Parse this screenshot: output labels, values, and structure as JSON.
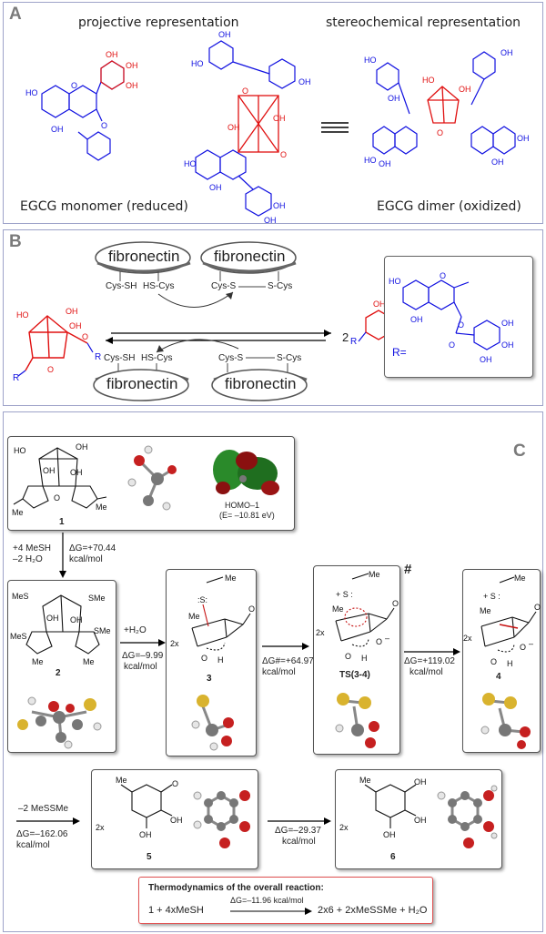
{
  "colors": {
    "blue": "#1010e0",
    "red": "#e01010",
    "panel_border": "#9ea3c9",
    "label_gray": "#7a7a7a",
    "summary_border": "#e05050"
  },
  "panelA": {
    "label": "A",
    "projective": "projective representation",
    "stereochemical": "stereochemical  representation",
    "monomer": "EGCG monomer (reduced)",
    "dimer": "EGCG dimer (oxidized)"
  },
  "panelB": {
    "label": "B",
    "fibronectin": "fibronectin",
    "cys_sh": "Cys-SH",
    "hs_cys": "HS-Cys",
    "cys_s": "Cys-S",
    "s_cys": "S-Cys",
    "coef": "2",
    "r_eq": "R=",
    "R": "R"
  },
  "panelC": {
    "label": "C",
    "c1": "1",
    "homo": "HOMO–1",
    "homo_e": "(E= –10.81 eV)",
    "reag1a": "+4 MeSH",
    "reag1b": "–2 H₂O",
    "dg1a": "ΔG=+70.44",
    "dg1b": "kcal/mol",
    "c2": "2",
    "h2o": "+H₂O",
    "dg2a": "ΔG=–9.99",
    "dg2b": "kcal/mol",
    "c3": "3",
    "dgts_a": "ΔG#=+64.97",
    "dgts_b": "kcal/mol",
    "ts": "TS(3-4)",
    "hash": "#",
    "dg4a": "ΔG=+119.02",
    "dg4b": "kcal/mol",
    "c4": "4",
    "x2": "2x",
    "mess_a": "–2 MeSSMe",
    "mess_b": "ΔG=–162.06",
    "mess_c": "kcal/mol",
    "c5": "5",
    "dg6a": "ΔG=–29.37",
    "dg6b": "kcal/mol",
    "c6": "6",
    "summary_title": "Thermodynamics of the overall reaction:",
    "summary_left": "1 + 4xMeSH",
    "summary_dg": "ΔG=–11.96 kcal/mol",
    "summary_right": "2x6 + 2xMeSSMe + H₂O"
  }
}
